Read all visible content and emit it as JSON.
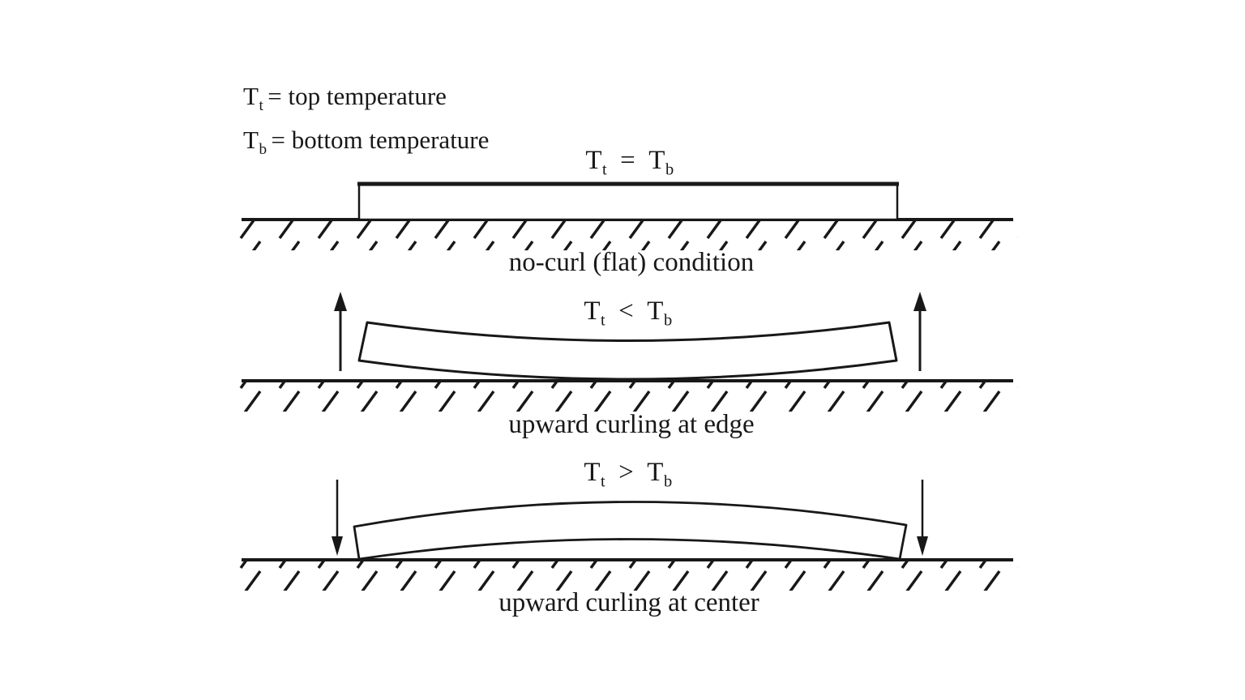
{
  "colors": {
    "ink": "#181818",
    "background": "#ffffff"
  },
  "legend": {
    "top": {
      "base": "T",
      "sub": "t",
      "rest": "= top temperature"
    },
    "bottom": {
      "base": "T",
      "sub": "b",
      "rest": "= bottom temperature"
    }
  },
  "panels": [
    {
      "name": "no-curl",
      "relation": {
        "left_base": "T",
        "left_sub": "t",
        "operator": "=",
        "right_base": "T",
        "right_sub": "b"
      },
      "caption": "no-curl (flat) condition",
      "slab_shape": "flat rectangle resting on subgrade",
      "arrows": "none"
    },
    {
      "name": "edge-curl",
      "relation": {
        "left_base": "T",
        "left_sub": "t",
        "operator": "<",
        "right_base": "T",
        "right_sub": "b"
      },
      "caption": "upward curling at edge",
      "slab_shape": "concave up, edges lifted off subgrade, center touching",
      "arrows": "upward arrows at both edges"
    },
    {
      "name": "center-curl",
      "relation": {
        "left_base": "T",
        "left_sub": "t",
        "operator": ">",
        "right_base": "T",
        "right_sub": "b"
      },
      "caption": "upward curling at center",
      "slab_shape": "convex up, center lifted off subgrade, edges touching",
      "arrows": "downward arrows at both edges"
    }
  ]
}
